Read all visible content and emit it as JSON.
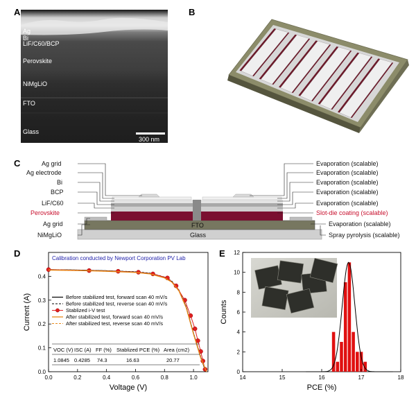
{
  "panels": {
    "a": "A",
    "b": "B",
    "c": "C",
    "d": "D",
    "e": "E"
  },
  "sem": {
    "layers": [
      "Ag",
      "Bi",
      "LiF/C60/BCP",
      "Perovskite",
      "NiMgLiO",
      "FTO",
      "Glass"
    ],
    "scale_bar": "300 nm"
  },
  "stack": {
    "left_labels": [
      "Ag grid",
      "Ag electrode",
      "Bi",
      "BCP",
      "LiF/C60",
      "Perovskite",
      "Ag grid",
      "NiMgLiO"
    ],
    "right_labels": [
      "Evaporation (scalable)",
      "Evaporation (scalable)",
      "Evaporation (scalable)",
      "Evaporation (scalable)",
      "Evaporation (scalable)",
      "Slot-die coating (scalable)",
      "Evaporation (scalable)",
      "Spray pyrolysis (scalable)"
    ],
    "fto_label": "FTO",
    "glass_label": "Glass"
  },
  "colors": {
    "perovskite_red": "#c8102e",
    "orange": "#e8891a",
    "marker_red": "#e02020",
    "calibration_blue": "#2222aa",
    "hist_red": "#e01010"
  },
  "chart_data": [
    {
      "type": "line",
      "xlabel": "Voltage (V)",
      "ylabel": "Current (A)",
      "xlim": [
        0.0,
        1.1
      ],
      "ylim": [
        0.0,
        0.5
      ],
      "xticks": [
        "0.0",
        "0.2",
        "0.4",
        "0.6",
        "0.8",
        "1.0"
      ],
      "yticks": [
        "0.0",
        "0.1",
        "0.2",
        "0.3",
        "0.4"
      ],
      "annotation": "Calibration conducted by Newport Corporation PV Lab",
      "legend": [
        "Before stabilized test, forward scan 40 mV/s",
        "Before stabilized test, reverse scan 40 mV/s",
        "Stablized i-V test",
        "After stabilized test, forward scan 40 mV/s",
        "After stabilized test, reverse scan 40 mV/s"
      ],
      "series": [
        {
          "name": "Before stabilized test, forward scan 40 mV/s",
          "x": [
            0.0,
            0.2,
            0.4,
            0.6,
            0.7,
            0.8,
            0.85,
            0.9,
            0.95,
            1.0,
            1.05,
            1.085
          ],
          "y": [
            0.428,
            0.426,
            0.423,
            0.418,
            0.412,
            0.395,
            0.378,
            0.34,
            0.27,
            0.16,
            0.06,
            0.0
          ]
        },
        {
          "name": "Before stabilized test, reverse scan 40 mV/s",
          "x": [
            0.0,
            0.2,
            0.4,
            0.6,
            0.7,
            0.8,
            0.85,
            0.9,
            0.95,
            1.0,
            1.05,
            1.085
          ],
          "y": [
            0.428,
            0.426,
            0.423,
            0.419,
            0.413,
            0.397,
            0.38,
            0.342,
            0.272,
            0.162,
            0.062,
            0.0
          ]
        },
        {
          "name": "Stablized i-V test",
          "x": [
            0.0,
            0.28,
            0.48,
            0.62,
            0.72,
            0.82,
            0.88,
            0.94,
            0.98,
            1.01,
            1.03,
            1.05,
            1.065,
            1.08
          ],
          "y": [
            0.428,
            0.424,
            0.421,
            0.417,
            0.41,
            0.393,
            0.36,
            0.3,
            0.235,
            0.18,
            0.13,
            0.085,
            0.045,
            0.01
          ]
        },
        {
          "name": "After stabilized test, forward scan 40 mV/s",
          "x": [
            0.0,
            0.2,
            0.4,
            0.6,
            0.7,
            0.8,
            0.85,
            0.9,
            0.95,
            1.0,
            1.05,
            1.09
          ],
          "y": [
            0.426,
            0.424,
            0.421,
            0.416,
            0.41,
            0.393,
            0.376,
            0.338,
            0.268,
            0.158,
            0.058,
            0.0
          ]
        },
        {
          "name": "After stabilized test, reverse scan 40 mV/s",
          "x": [
            0.0,
            0.2,
            0.4,
            0.6,
            0.7,
            0.8,
            0.85,
            0.9,
            0.95,
            1.0,
            1.05,
            1.09
          ],
          "y": [
            0.427,
            0.425,
            0.422,
            0.417,
            0.411,
            0.394,
            0.377,
            0.339,
            0.269,
            0.159,
            0.059,
            0.0
          ]
        }
      ],
      "table": {
        "headers": [
          "VOC (V)",
          "ISC (A)",
          "FF (%)",
          "Stablized PCE (%)",
          "Area (cm2)"
        ],
        "values": [
          "1.0845",
          "0.4285",
          "74.3",
          "16.63",
          "20.77"
        ]
      }
    },
    {
      "type": "bar",
      "xlabel": "PCE (%)",
      "ylabel": "Counts",
      "xlim": [
        14,
        18
      ],
      "ylim": [
        0,
        12
      ],
      "xticks": [
        "14",
        "15",
        "16",
        "17",
        "18"
      ],
      "yticks": [
        "0",
        "2",
        "4",
        "6",
        "8",
        "10",
        "12"
      ],
      "bins": [
        16.3,
        16.4,
        16.5,
        16.6,
        16.7,
        16.8,
        16.9,
        17.0,
        17.1
      ],
      "counts": [
        4,
        1,
        3,
        9,
        11,
        4,
        2,
        2,
        1
      ],
      "fit": {
        "mean": 16.68,
        "sigma": 0.16,
        "peak": 11
      }
    }
  ]
}
